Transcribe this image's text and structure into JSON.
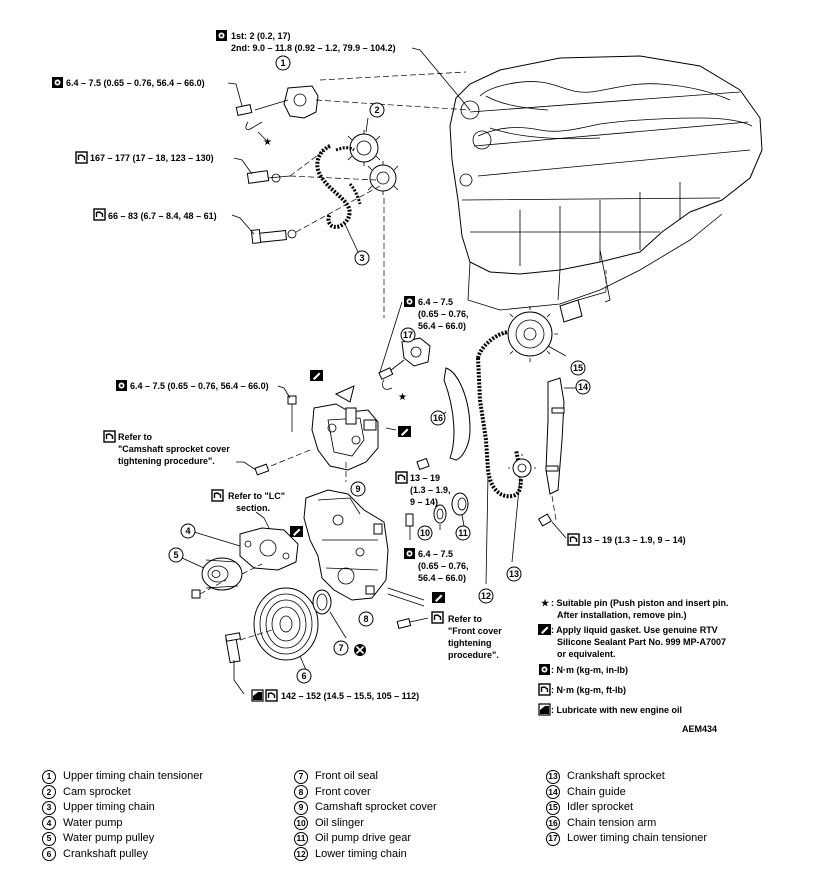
{
  "torque_labels": {
    "top_1st": "1st: 2 (0.2, 17)",
    "top_2nd": "2nd: 9.0 – 11.8 (0.92 – 1.2, 79.9 – 104.2)",
    "t_64_upper": "6.4 – 7.5 (0.65 – 0.76, 56.4 – 66.0)",
    "t_167": "167 – 177 (17 – 18, 123 – 130)",
    "t_66": "66 – 83 (6.7 – 8.4, 48 – 61)",
    "t_64_tensioner_1": "6.4 – 7.5",
    "t_64_tensioner_2": "(0.65 – 0.76,",
    "t_64_tensioner_3": "56.4 – 66.0)",
    "t_64_cover": "6.4 – 7.5 (0.65 – 0.76, 56.4 – 66.0)",
    "refer_cam_1": "Refer to",
    "refer_cam_2": "\"Camshaft sprocket cover",
    "refer_cam_3": "tightening procedure\".",
    "refer_lc_1": "Refer to \"LC\"",
    "refer_lc_2": "section.",
    "t_13_a1": "13 – 19",
    "t_13_a2": "(1.3 – 1.9,",
    "t_13_a3": "9 – 14)",
    "t_13_b": "13 – 19 (1.3 – 1.9, 9 – 14)",
    "t_64_front_1": "6.4 – 7.5",
    "t_64_front_2": "(0.65 – 0.76,",
    "t_64_front_3": "56.4 – 66.0)",
    "refer_front_1": "Refer to",
    "refer_front_2": "\"Front cover",
    "refer_front_3": "tightening",
    "refer_front_4": "procedure\".",
    "t_142": "142 – 152 (14.5 – 15.5, 105 – 112)"
  },
  "notes": {
    "star_mark": "★",
    "star_1": ": Suitable pin (Push piston and insert pin.",
    "star_2": "After installation, remove pin.)",
    "gasket_1": ": Apply liquid gasket.  Use genuine RTV",
    "gasket_2": "Silicone Sealant Part No. 999 MP-A7007",
    "gasket_3": "or equivalent.",
    "nm_inlb": ": N·m (kg-m, in-lb)",
    "nm_ftlb": ": N·m (kg-m, ft-lb)",
    "oil": ": Lubricate with new engine oil"
  },
  "callouts": [
    "1",
    "2",
    "3",
    "4",
    "5",
    "6",
    "7",
    "8",
    "9",
    "10",
    "11",
    "12",
    "13",
    "14",
    "15",
    "16",
    "17"
  ],
  "figure_code": "AEM434",
  "legend": [
    [
      {
        "num": "1",
        "label": "Upper timing chain tensioner"
      },
      {
        "num": "2",
        "label": "Cam sprocket"
      },
      {
        "num": "3",
        "label": "Upper timing chain"
      },
      {
        "num": "4",
        "label": "Water pump"
      },
      {
        "num": "5",
        "label": "Water pump pulley"
      },
      {
        "num": "6",
        "label": "Crankshaft pulley"
      }
    ],
    [
      {
        "num": "7",
        "label": "Front oil seal"
      },
      {
        "num": "8",
        "label": "Front cover"
      },
      {
        "num": "9",
        "label": "Camshaft sprocket cover"
      },
      {
        "num": "10",
        "label": "Oil slinger"
      },
      {
        "num": "11",
        "label": "Oil pump drive gear"
      },
      {
        "num": "12",
        "label": "Lower timing chain"
      }
    ],
    [
      {
        "num": "13",
        "label": "Crankshaft sprocket"
      },
      {
        "num": "14",
        "label": "Chain guide"
      },
      {
        "num": "15",
        "label": "Idler sprocket"
      },
      {
        "num": "16",
        "label": "Chain tension arm"
      },
      {
        "num": "17",
        "label": "Lower timing chain tensioner"
      }
    ]
  ]
}
